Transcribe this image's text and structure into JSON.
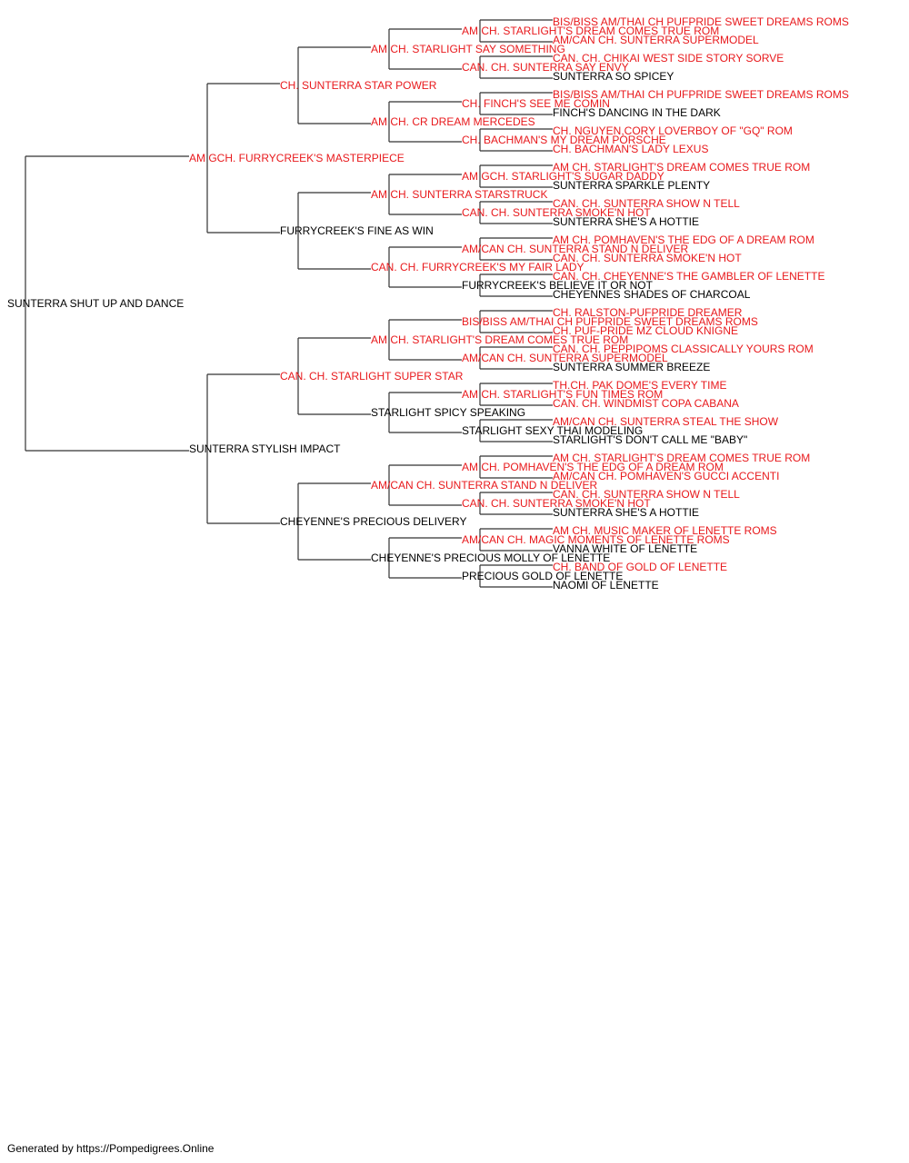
{
  "colors": {
    "champion": "#e8191c",
    "normal": "#000000",
    "line": "#333333"
  },
  "pedigree": {
    "name": "SUNTERRA SHUT UP AND DANCE",
    "ch": false,
    "sire": {
      "name": "AM GCH. FURRYCREEK'S MASTERPIECE",
      "ch": true,
      "sire": {
        "name": "CH. SUNTERRA STAR POWER",
        "ch": true,
        "sire": {
          "name": "AM CH. STARLIGHT SAY SOMETHING",
          "ch": true,
          "sire": {
            "name": "AM CH. STARLIGHT'S DREAM COMES TRUE ROM",
            "ch": true,
            "sire": {
              "name": "BIS/BISS AM/THAI CH PUFPRIDE SWEET DREAMS ROMS",
              "ch": true
            },
            "dam": {
              "name": "AM/CAN CH. SUNTERRA SUPERMODEL",
              "ch": true
            }
          },
          "dam": {
            "name": "CAN. CH. SUNTERRA SAY ENVY",
            "ch": true,
            "sire": {
              "name": "CAN. CH. CHIKAI WEST SIDE STORY SORVE",
              "ch": true
            },
            "dam": {
              "name": "SUNTERRA SO SPICEY",
              "ch": false
            }
          }
        },
        "dam": {
          "name": "AM CH. CR DREAM MERCEDES",
          "ch": true,
          "sire": {
            "name": "CH. FINCH'S SEE ME COMIN",
            "ch": true,
            "sire": {
              "name": "BIS/BISS AM/THAI CH PUFPRIDE SWEET DREAMS ROMS",
              "ch": true
            },
            "dam": {
              "name": "FINCH'S DANCING IN THE DARK",
              "ch": false
            }
          },
          "dam": {
            "name": "CH. BACHMAN'S MY DREAM PORSCHE",
            "ch": true,
            "sire": {
              "name": "CH. NGUYEN,CORY LOVERBOY OF \"GQ\" ROM",
              "ch": true
            },
            "dam": {
              "name": "CH. BACHMAN'S LADY LEXUS",
              "ch": true
            }
          }
        }
      },
      "dam": {
        "name": "FURRYCREEK'S FINE AS WIN",
        "ch": false,
        "sire": {
          "name": "AM CH. SUNTERRA STARSTRUCK",
          "ch": true,
          "sire": {
            "name": "AM GCH. STARLIGHT'S SUGAR DADDY",
            "ch": true,
            "sire": {
              "name": "AM CH. STARLIGHT'S DREAM COMES TRUE ROM",
              "ch": true
            },
            "dam": {
              "name": "SUNTERRA SPARKLE PLENTY",
              "ch": false
            }
          },
          "dam": {
            "name": "CAN. CH. SUNTERRA SMOKE'N HOT",
            "ch": true,
            "sire": {
              "name": "CAN. CH. SUNTERRA SHOW N TELL",
              "ch": true
            },
            "dam": {
              "name": "SUNTERRA SHE'S A HOTTIE",
              "ch": false
            }
          }
        },
        "dam": {
          "name": "CAN. CH. FURRYCREEK'S MY FAIR LADY",
          "ch": true,
          "sire": {
            "name": "AM/CAN CH. SUNTERRA STAND N DELIVER",
            "ch": true,
            "sire": {
              "name": "AM CH. POMHAVEN'S THE EDG OF A DREAM ROM",
              "ch": true
            },
            "dam": {
              "name": "CAN. CH. SUNTERRA SMOKE'N HOT",
              "ch": true
            }
          },
          "dam": {
            "name": "FURRYCREEK'S BELIEVE IT OR NOT",
            "ch": false,
            "sire": {
              "name": "CAN. CH. CHEYENNE'S THE GAMBLER OF LENETTE",
              "ch": true
            },
            "dam": {
              "name": "CHEYENNES SHADES OF CHARCOAL",
              "ch": false
            }
          }
        }
      }
    },
    "dam": {
      "name": "SUNTERRA STYLISH IMPACT",
      "ch": false,
      "sire": {
        "name": "CAN. CH. STARLIGHT SUPER STAR",
        "ch": true,
        "sire": {
          "name": "AM CH. STARLIGHT'S DREAM COMES TRUE ROM",
          "ch": true,
          "sire": {
            "name": "BIS/BISS AM/THAI CH PUFPRIDE SWEET DREAMS ROMS",
            "ch": true,
            "sire": {
              "name": "CH. RALSTON-PUFPRIDE DREAMER",
              "ch": true
            },
            "dam": {
              "name": "CH. PUF-PRIDE MZ CLOUD KNIGNE",
              "ch": true
            }
          },
          "dam": {
            "name": "AM/CAN CH. SUNTERRA SUPERMODEL",
            "ch": true,
            "sire": {
              "name": "CAN. CH. PEPPIPOMS CLASSICALLY YOURS ROM",
              "ch": true
            },
            "dam": {
              "name": "SUNTERRA SUMMER BREEZE",
              "ch": false
            }
          }
        },
        "dam": {
          "name": "STARLIGHT SPICY SPEAKING",
          "ch": false,
          "sire": {
            "name": "AM CH. STARLIGHT'S FUN TIMES ROM",
            "ch": true,
            "sire": {
              "name": "TH.CH. PAK DOME'S EVERY TIME",
              "ch": true
            },
            "dam": {
              "name": "CAN. CH. WINDMIST COPA CABANA",
              "ch": true
            }
          },
          "dam": {
            "name": "STARLIGHT SEXY THAI MODELING",
            "ch": false,
            "sire": {
              "name": "AM/CAN CH. SUNTERRA STEAL THE SHOW",
              "ch": true
            },
            "dam": {
              "name": "STARLIGHT'S DON'T CALL ME \"BABY\"",
              "ch": false
            }
          }
        }
      },
      "dam": {
        "name": "CHEYENNE'S PRECIOUS DELIVERY",
        "ch": false,
        "sire": {
          "name": "AM/CAN CH. SUNTERRA STAND N DELIVER",
          "ch": true,
          "sire": {
            "name": "AM CH. POMHAVEN'S THE EDG OF A DREAM ROM",
            "ch": true,
            "sire": {
              "name": "AM CH. STARLIGHT'S DREAM COMES TRUE ROM",
              "ch": true
            },
            "dam": {
              "name": "AM/CAN CH. POMHAVEN'S GUCCI ACCENTI",
              "ch": true
            }
          },
          "dam": {
            "name": "CAN. CH. SUNTERRA SMOKE'N HOT",
            "ch": true,
            "sire": {
              "name": "CAN. CH. SUNTERRA SHOW N TELL",
              "ch": true
            },
            "dam": {
              "name": "SUNTERRA SHE'S A HOTTIE",
              "ch": false
            }
          }
        },
        "dam": {
          "name": "CHEYENNE'S PRECIOUS MOLLY OF LENETTE",
          "ch": false,
          "sire": {
            "name": "AM/CAN CH. MAGIC MOMENTS OF LENETTE ROMS",
            "ch": true,
            "sire": {
              "name": "AM CH. MUSIC MAKER OF LENETTE ROMS",
              "ch": true
            },
            "dam": {
              "name": "VANNA WHITE OF LENETTE",
              "ch": false
            }
          },
          "dam": {
            "name": "PRECIOUS GOLD OF LENETTE",
            "ch": false,
            "sire": {
              "name": "CH. BAND OF GOLD OF LENETTE",
              "ch": true
            },
            "dam": {
              "name": "NAOMI OF LENETTE",
              "ch": false
            }
          }
        }
      }
    }
  },
  "footer": {
    "credit": "Generated by https://Pompedigrees.Online"
  }
}
